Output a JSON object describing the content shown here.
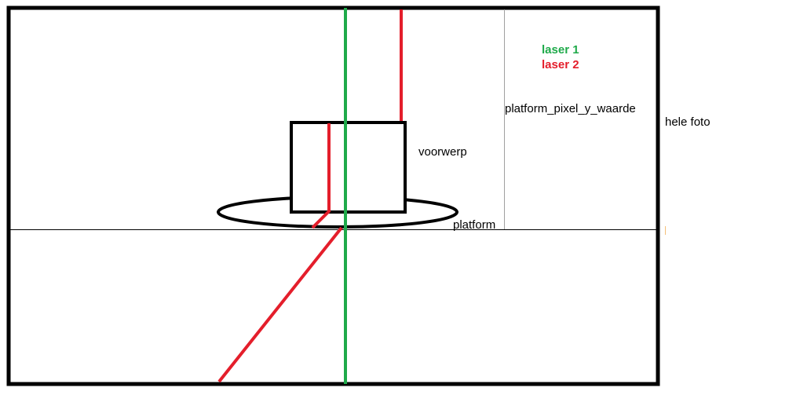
{
  "labels": {
    "laser1": "laser 1",
    "laser2": "laser 2",
    "object": "voorwerp",
    "platform": "platform",
    "platform_y": "platform_pixel_y_waarde",
    "whole_photo": "hele foto"
  },
  "colors": {
    "laser1": "#1faa4a",
    "laser2": "#e41e2b",
    "outline": "#000000",
    "thin_line": "#808080",
    "marker": "#f5c07a",
    "background": "#ffffff"
  }
}
